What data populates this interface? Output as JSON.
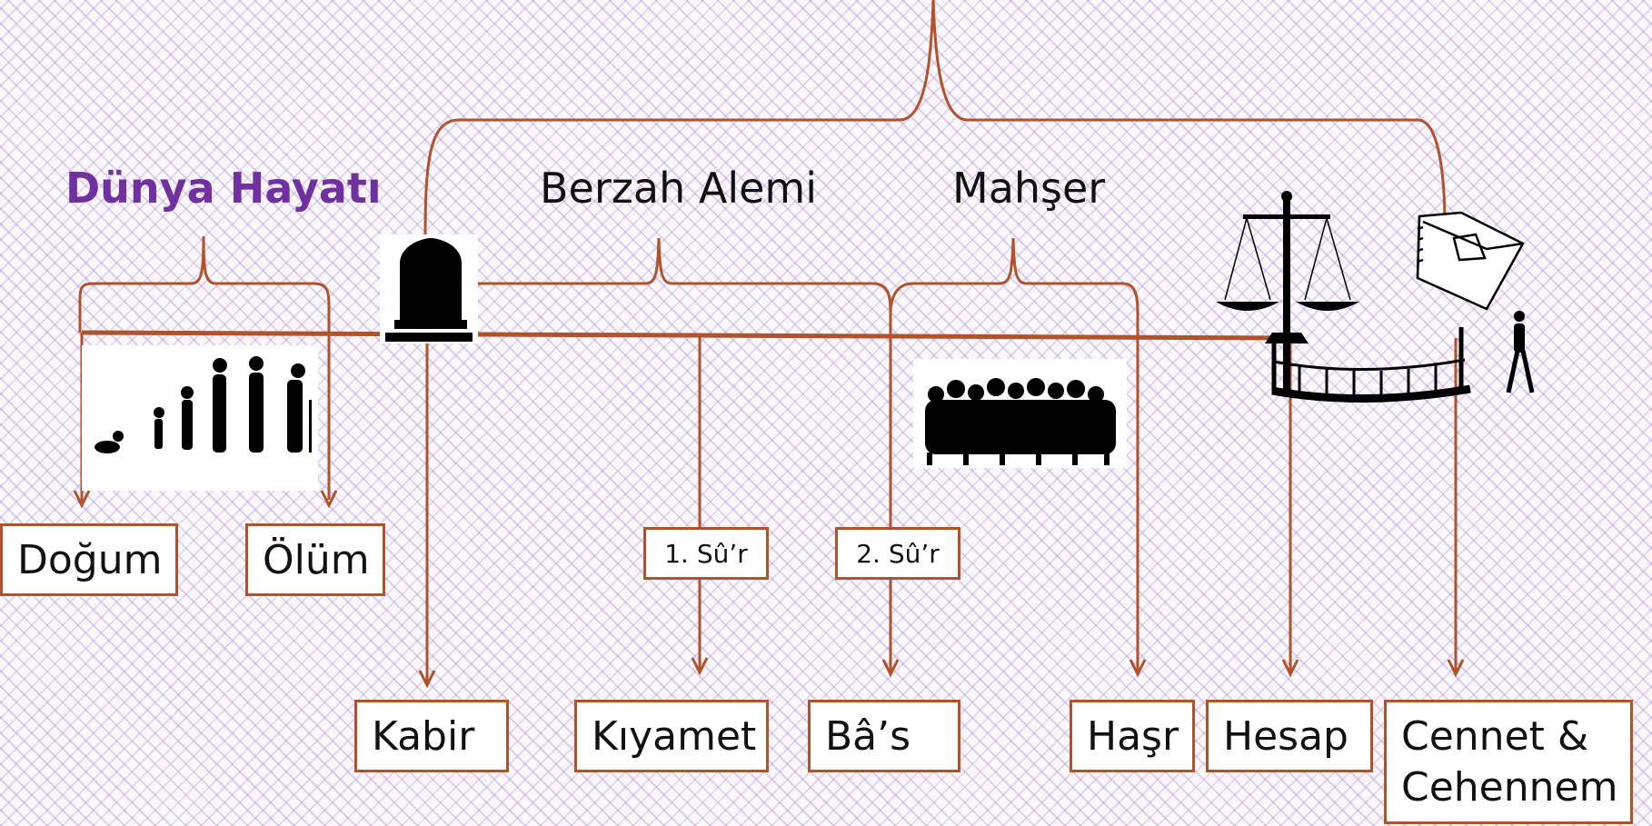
{
  "labels": {
    "dunya": "Dünya Hayatı",
    "berzah": "Berzah Alemi",
    "mahser": "Mahşer"
  },
  "boxes": {
    "dogum": "Doğum",
    "olum": "Ölüm",
    "sur1": "1. Sû’r",
    "sur2": "2. Sû’r",
    "kabir": "Kabir",
    "kiyamet": "Kıyamet",
    "bas": "Bâ’s",
    "hasr": "Haşr",
    "hesap": "Hesap",
    "cennet_line1": "Cennet &",
    "cennet_line2": "Cehennem"
  },
  "icons": [
    "human-evolution-icon",
    "tombstone-icon",
    "crowd-icon",
    "scales-icon",
    "book-icon",
    "bridge-icon",
    "walking-person-icon"
  ],
  "colors": {
    "connector": "#b0522a",
    "heading_accent": "#7030a0",
    "text": "#111111"
  }
}
